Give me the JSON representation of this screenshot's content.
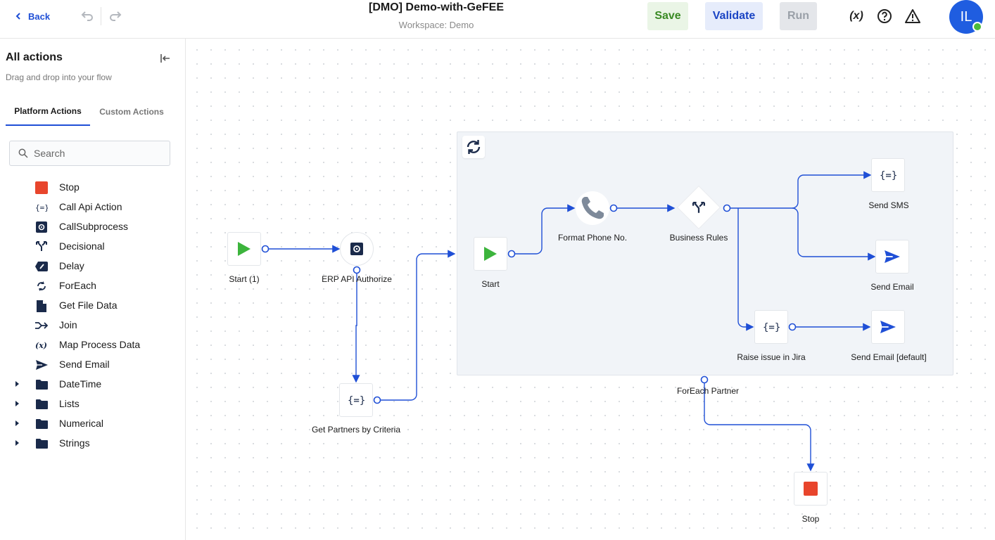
{
  "header": {
    "back_label": "Back",
    "title": "[DMO] Demo-with-GeFEE",
    "workspace": "Workspace: Demo",
    "save_label": "Save",
    "validate_label": "Validate",
    "run_label": "Run",
    "variables_label": "(x)",
    "avatar_initials": "IL"
  },
  "sidebar": {
    "title": "All actions",
    "subtitle": "Drag and drop into your flow",
    "tabs": [
      "Platform Actions",
      "Custom Actions"
    ],
    "search_placeholder": "Search",
    "items": [
      {
        "label": "Stop",
        "icon": "stop-icon"
      },
      {
        "label": "Call Api Action",
        "icon": "api-icon"
      },
      {
        "label": "CallSubprocess",
        "icon": "subprocess-icon"
      },
      {
        "label": "Decisional",
        "icon": "split-icon"
      },
      {
        "label": "Delay",
        "icon": "delay-icon"
      },
      {
        "label": "ForEach",
        "icon": "loop-icon"
      },
      {
        "label": "Get File Data",
        "icon": "file-icon"
      },
      {
        "label": "Join",
        "icon": "join-icon"
      },
      {
        "label": "Map Process Data",
        "icon": "variable-icon"
      },
      {
        "label": "Send Email",
        "icon": "send-icon"
      },
      {
        "label": "DateTime",
        "icon": "folder-icon"
      },
      {
        "label": "Lists",
        "icon": "folder-icon"
      },
      {
        "label": "Numerical",
        "icon": "folder-icon"
      },
      {
        "label": "Strings",
        "icon": "folder-icon"
      }
    ]
  },
  "flow": {
    "nodes": {
      "start1": "Start (1)",
      "erp": "ERP API Authorize",
      "partners": "Get Partners by Criteria",
      "start": "Start",
      "format": "Format Phone No.",
      "rules": "Business Rules",
      "sms": "Send SMS",
      "email": "Send Email",
      "jira": "Raise issue in Jira",
      "email_default": "Send Email [default]",
      "foreach": "ForEach Partner",
      "stop": "Stop"
    }
  },
  "colors": {
    "accent": "#1f4fd6",
    "wire": "#1f4fd6",
    "start_green": "#3cb43c",
    "stop_red": "#e8452c",
    "save_green": "#3a8a24"
  }
}
